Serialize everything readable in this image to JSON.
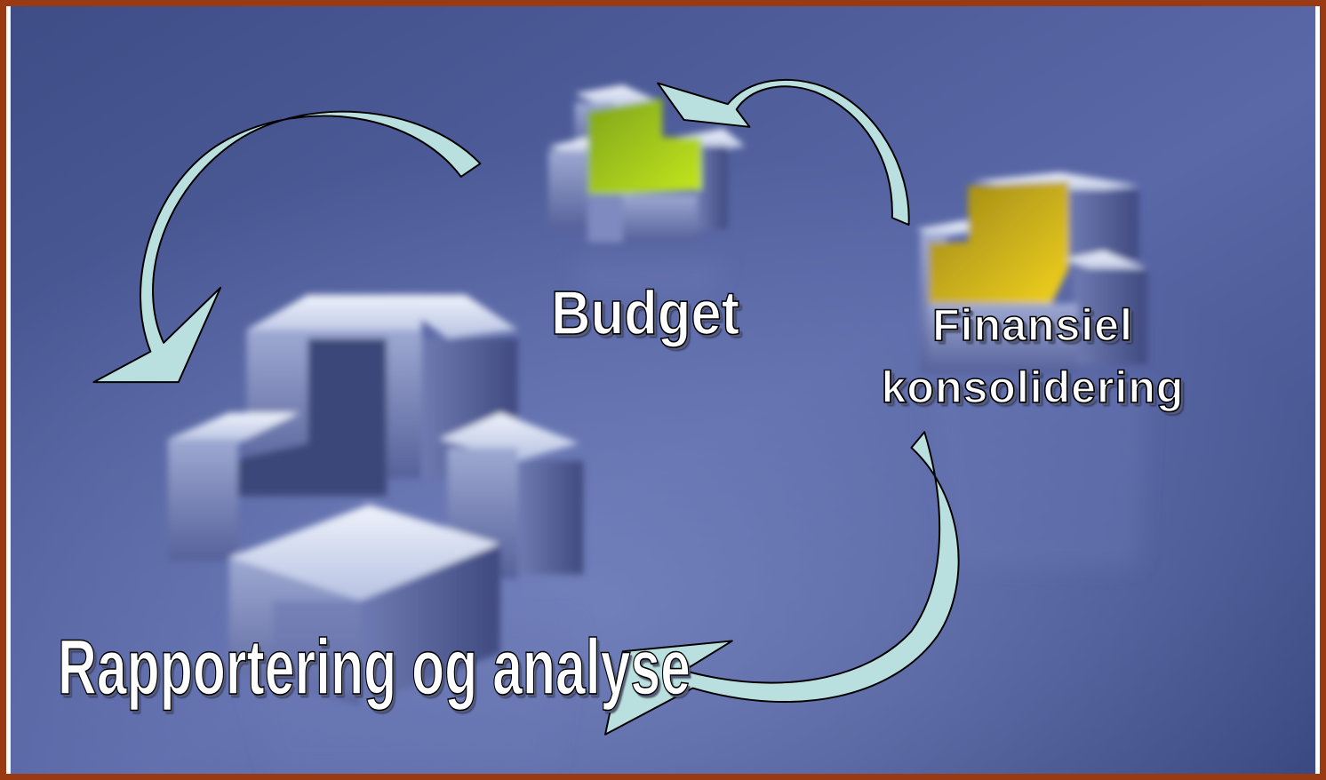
{
  "labels": {
    "budget": "Budget",
    "finansiel_line1": "Finansiel",
    "finansiel_line2": "konsolidering",
    "rapportering": "Rapportering og analyse"
  },
  "colors": {
    "frame_border": "#9a3a12",
    "background_light": "#8a96c8",
    "background_dark": "#2c3a6e",
    "cube_light": "#dfe6f6",
    "cube_dark": "#4a5588",
    "arrow_fill": "#b9e0de",
    "budget_accent": "#a6d219",
    "finansiel_accent": "#e0c010"
  }
}
